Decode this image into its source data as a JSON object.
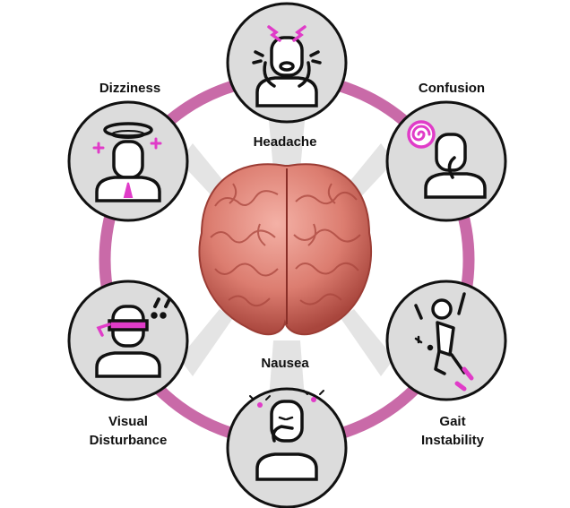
{
  "colors": {
    "ring": "#c96aa8",
    "circle_fill": "#dcdcdc",
    "accent": "#e03cc8",
    "brain": "#d9756a"
  },
  "center": {
    "label": "brain"
  },
  "symptoms": [
    {
      "id": "headache",
      "label": "Headache",
      "icon": "headache-person-icon"
    },
    {
      "id": "confusion",
      "label": "Confusion",
      "icon": "confused-person-icon"
    },
    {
      "id": "gait",
      "label_line1": "Gait",
      "label_line2": "Instability",
      "icon": "stumbling-person-icon"
    },
    {
      "id": "nausea",
      "label": "Nausea",
      "icon": "nauseous-person-icon"
    },
    {
      "id": "visual",
      "label_line1": "Visual",
      "label_line2": "Disturbance",
      "icon": "blindfolded-person-icon"
    },
    {
      "id": "dizziness",
      "label": "Dizziness",
      "icon": "dizzy-person-icon"
    }
  ]
}
